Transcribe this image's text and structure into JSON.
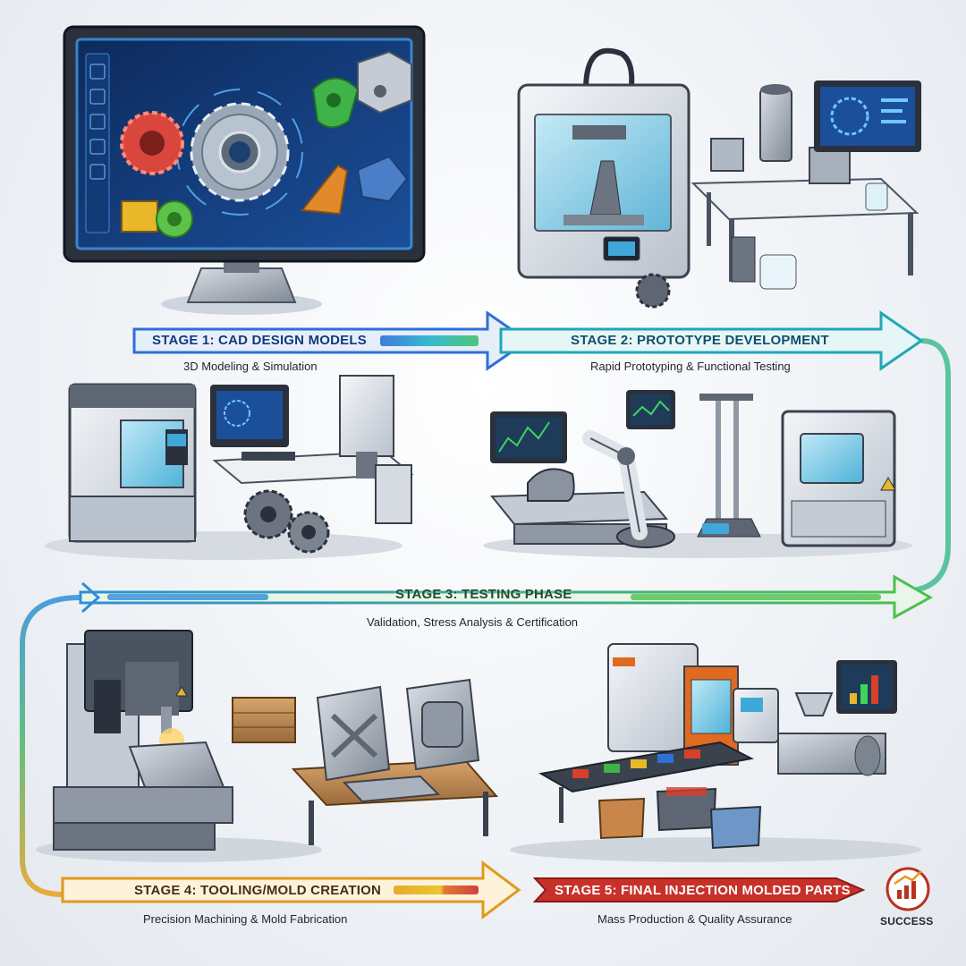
{
  "stages": [
    {
      "title": "STAGE 1: CAD DESIGN MODELS",
      "subtitle": "3D Modeling & Simulation",
      "color": "#2e6fd8"
    },
    {
      "title": "STAGE 2: PROTOTYPE DEVELOPMENT",
      "subtitle": "Rapid Prototyping & Functional Testing",
      "color": "#1fa7b8"
    },
    {
      "title": "STAGE 3: TESTING PHASE",
      "subtitle": "Validation, Stress Analysis & Certification",
      "color": "#3fb24a"
    },
    {
      "title": "STAGE 4: TOOLING/MOLD CREATION",
      "subtitle": "Precision Machining & Mold Fabrication",
      "color": "#e09a1c"
    },
    {
      "title": "STAGE 5: FINAL INJECTION MOLDED PARTS",
      "subtitle": "Mass Production & Quality Assurance",
      "color": "#d8402a"
    }
  ],
  "success_label": "SUCCESS",
  "icons": [
    "cad-monitor-icon",
    "3d-printer-icon",
    "cnc-machine-icon",
    "robot-arm-icon",
    "mold-block-icon",
    "injection-machine-icon",
    "trend-chart-icon"
  ]
}
